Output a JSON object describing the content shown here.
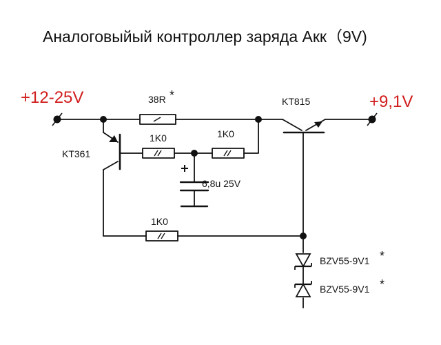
{
  "title": "Аналоговыйый контроллер заряда Акк（9V)",
  "terminals": {
    "input": "+12-25V",
    "output": "+9,1V"
  },
  "components": {
    "r_sense": {
      "label": "38R",
      "mark": "*"
    },
    "q1": {
      "label": "KT361"
    },
    "q2": {
      "label": "KT815"
    },
    "r_base": {
      "label": "1K0"
    },
    "r_mid": {
      "label": "1K0"
    },
    "r_fb": {
      "label": "1K0"
    },
    "capacitor": {
      "label": "6,8u 25V"
    },
    "zener1": {
      "label": "BZV55-9V1",
      "mark": "*"
    },
    "zener2": {
      "label": "BZV55-9V1",
      "mark": "*"
    }
  },
  "colors": {
    "line": "#111111",
    "terminal_text": "#d11d1d"
  }
}
